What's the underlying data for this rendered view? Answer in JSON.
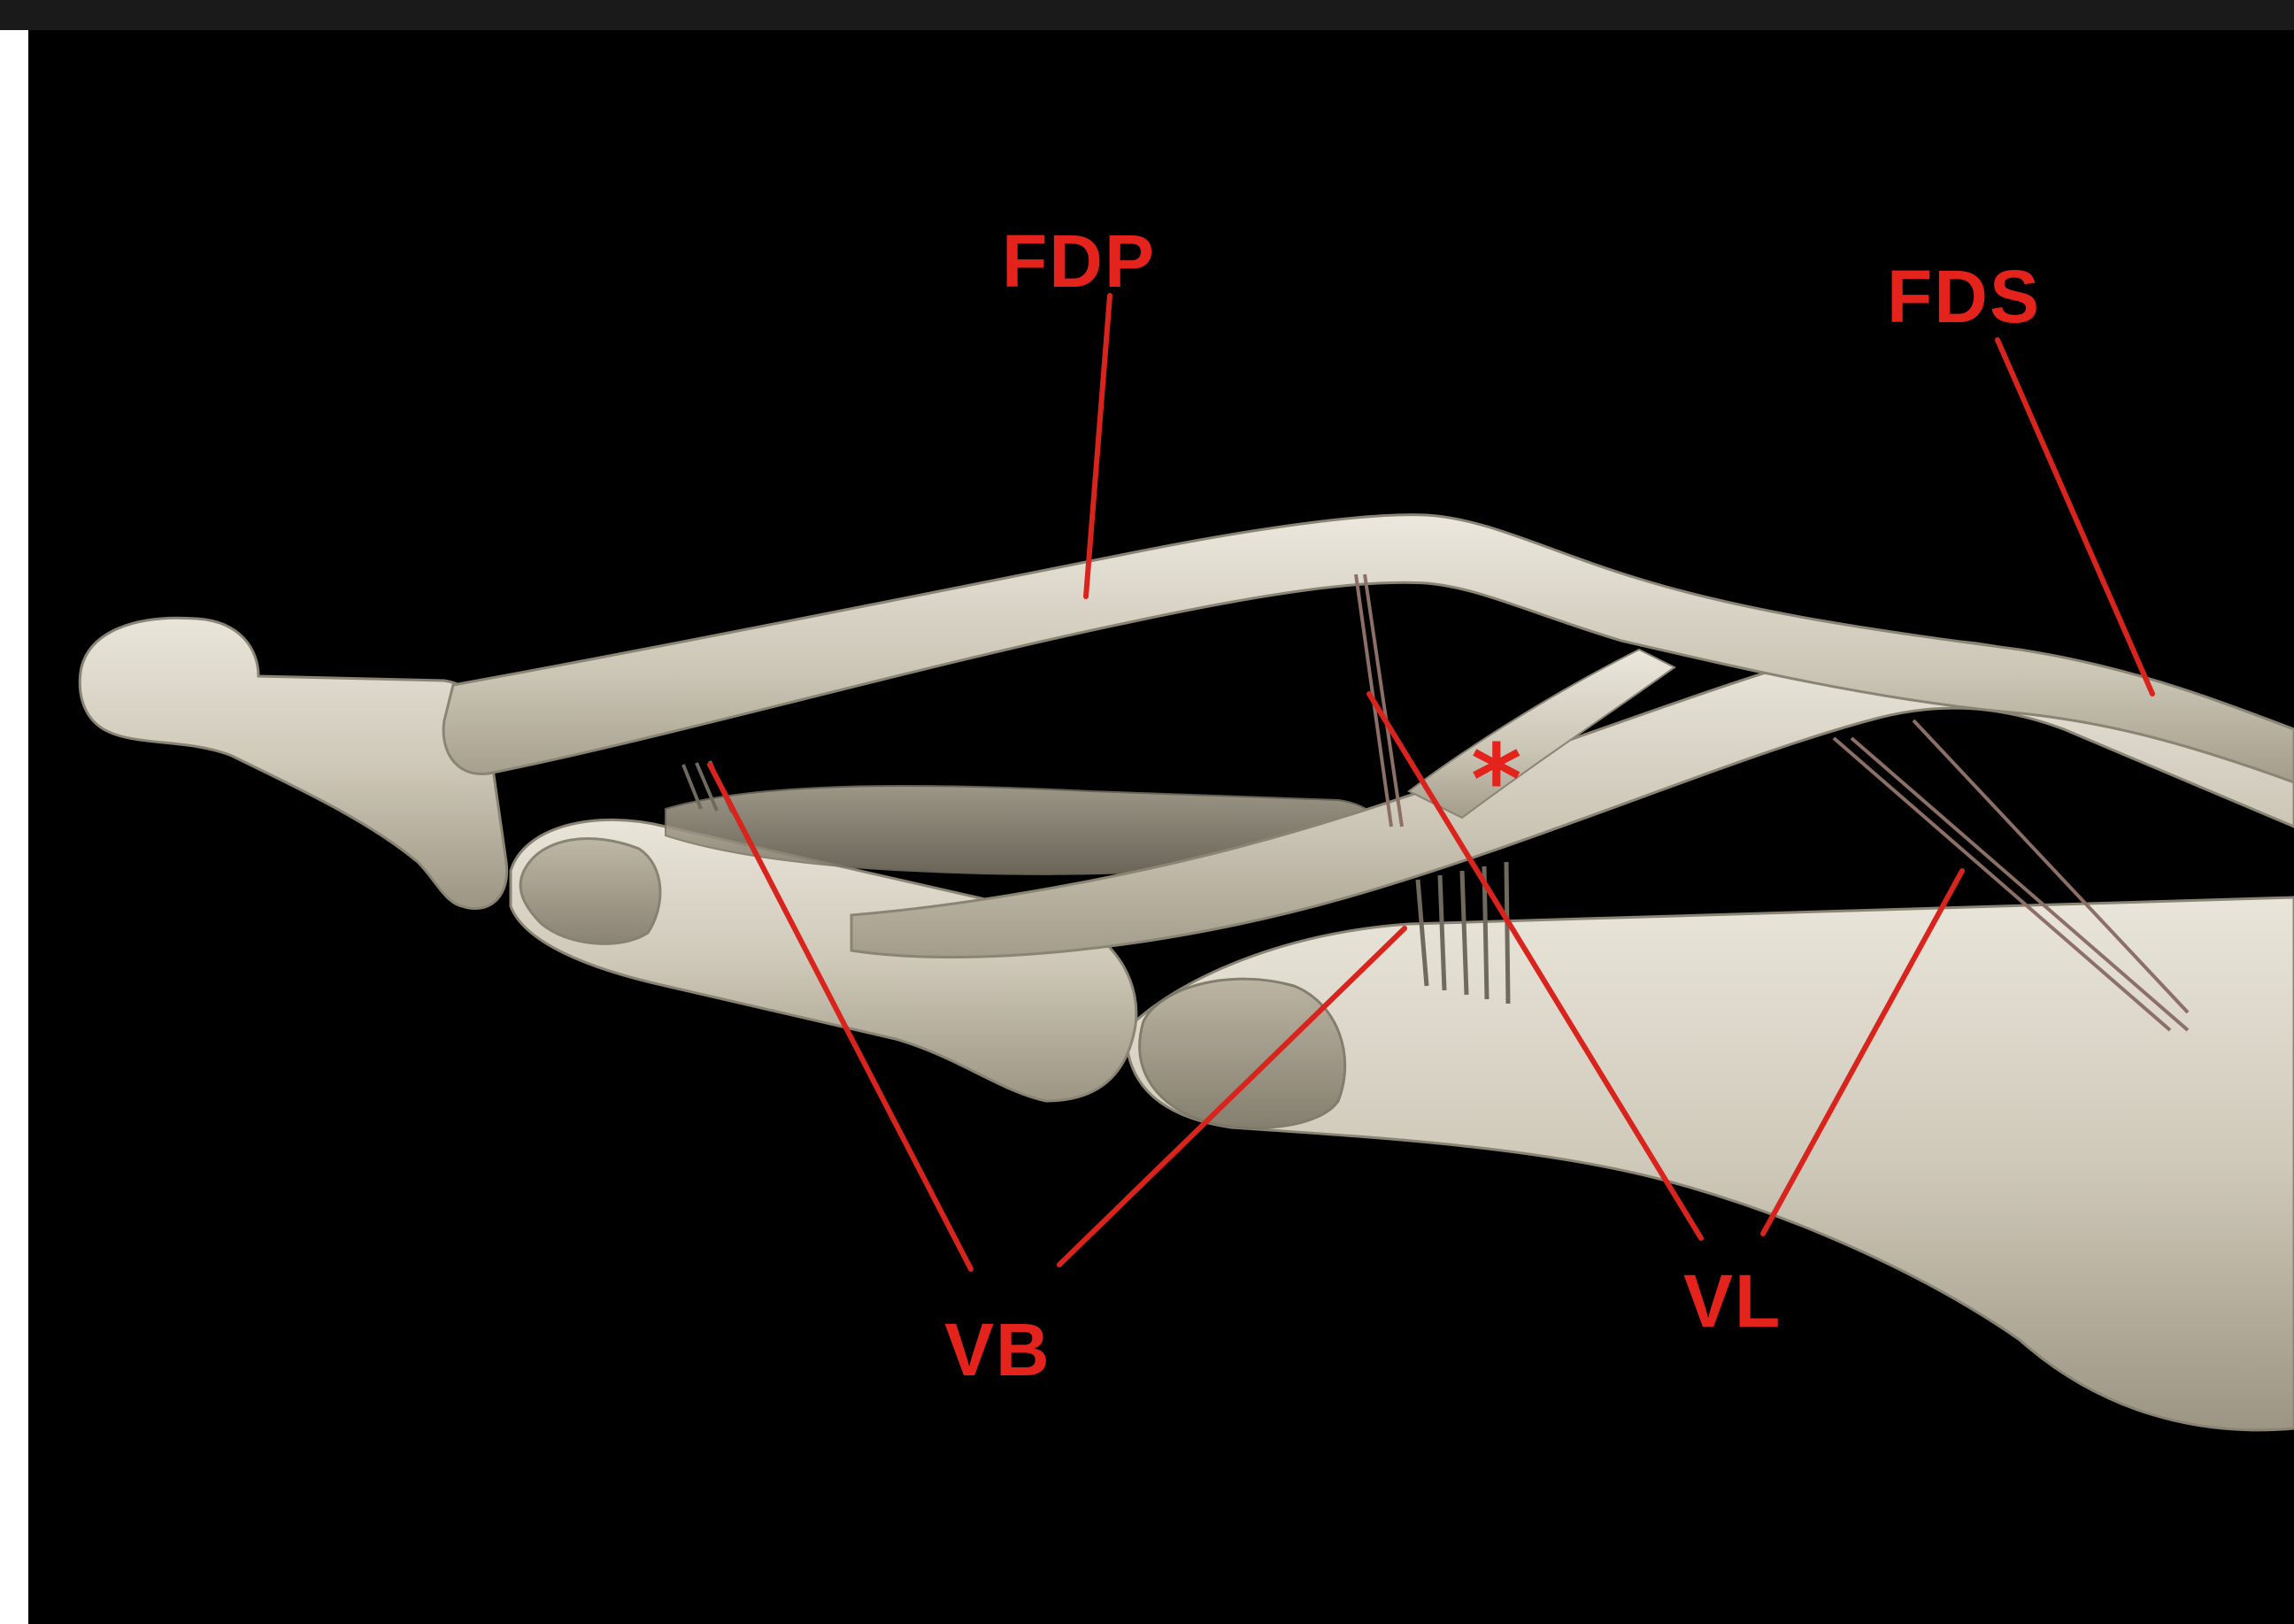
{
  "colors": {
    "background": "#000000",
    "label": "#e3231c",
    "bone": "#d8d3c6"
  },
  "labels": {
    "fdp": "FDP",
    "fds": "FDS",
    "vb": "VB",
    "vl": "VL",
    "asterisk": "*"
  }
}
